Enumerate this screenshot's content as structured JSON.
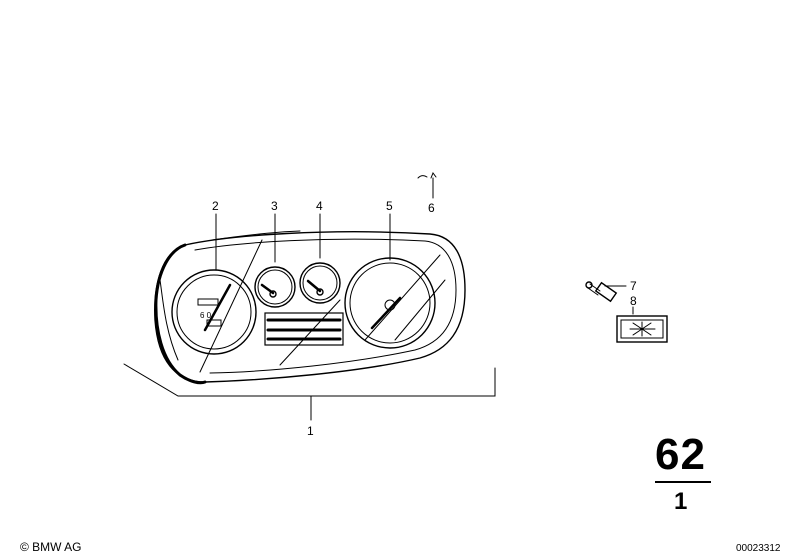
{
  "callouts": {
    "c1": "1",
    "c2": "2",
    "c3": "3",
    "c4": "4",
    "c5": "5",
    "c6": "6",
    "c7": "7",
    "c8": "8"
  },
  "group_number": "62",
  "subgroup_number": "1",
  "copyright": "© BMW AG",
  "diagram_id": "00023312"
}
